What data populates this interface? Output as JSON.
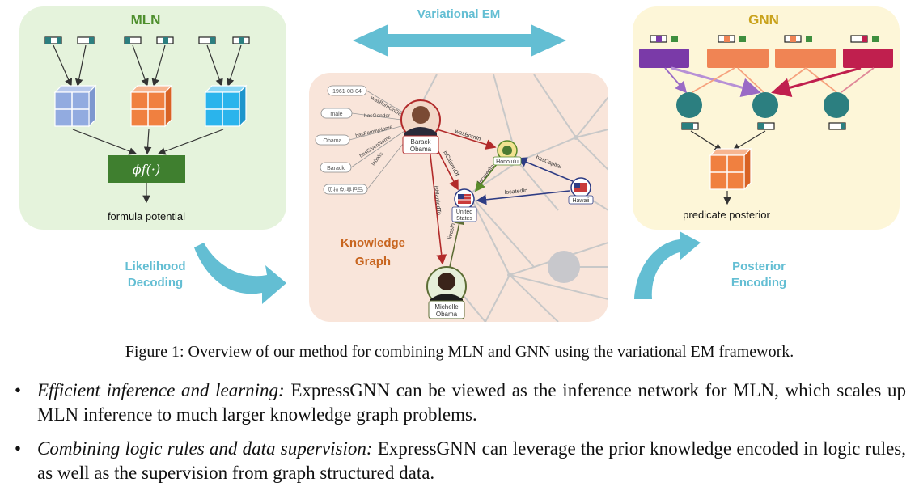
{
  "figure": {
    "mln": {
      "title": "MLN",
      "potential_symbol": "ϕf(·)",
      "output_label": "formula potential"
    },
    "variational_em_label": "Variational EM",
    "likelihood_decoding_label": [
      "Likelihood",
      "Decoding"
    ],
    "posterior_encoding_label": [
      "Posterior",
      "Encoding"
    ],
    "kg": {
      "title": [
        "Knowledge",
        "Graph"
      ],
      "nodes": {
        "barack": [
          "Barack",
          "Obama"
        ],
        "michelle": [
          "Michelle",
          "Obama"
        ],
        "us": [
          "United",
          "States"
        ],
        "honolulu": "Honolulu",
        "hawaii": "Hawaii"
      },
      "attributes": [
        "1961-08-04",
        "male",
        "Obama",
        "Barack",
        "贝拉克·奥巴马"
      ],
      "attribute_relations": [
        "wasBornOnDate",
        "hasGender",
        "hasFamilyName",
        "hasGivenName",
        "labelIs"
      ],
      "edges": {
        "was_born_in": "wasBornIn",
        "is_citizen_of": "isCitizenOf",
        "is_married_to": "isMarriedTo",
        "lives_in": "livesIn",
        "located_in_1": "locatedIn",
        "located_in_2": "locatedIn",
        "has_capital": "hasCapital"
      }
    },
    "gnn": {
      "title": "GNN",
      "output_label": "predicate posterior"
    },
    "colors": {
      "mln_bg": "#e5f3dc",
      "mln_title": "#4e8f2d",
      "potential_box": "#3f7f2f",
      "gnn_bg": "#fdf6d8",
      "gnn_title": "#c9a21b",
      "kg_bg": "#f9e5da",
      "kg_title": "#c8651f",
      "arrow_cyan": "#63bed3",
      "teal_node": "#2c7f80",
      "purple": "#7a3aa8",
      "orange": "#f08454",
      "crimson": "#c01f4e"
    }
  },
  "caption": "Figure 1: Overview of our method for combining MLN and GNN using the variational EM framework.",
  "bullets": [
    {
      "lead": "Efficient inference and learning:",
      "text": " ExpressGNN can be viewed as the inference network for MLN, which scales up MLN inference to much larger knowledge graph problems."
    },
    {
      "lead": "Combining logic rules and data supervision:",
      "text": " ExpressGNN can leverage the prior knowledge encoded in logic rules, as well as the supervision from graph structured data."
    }
  ]
}
